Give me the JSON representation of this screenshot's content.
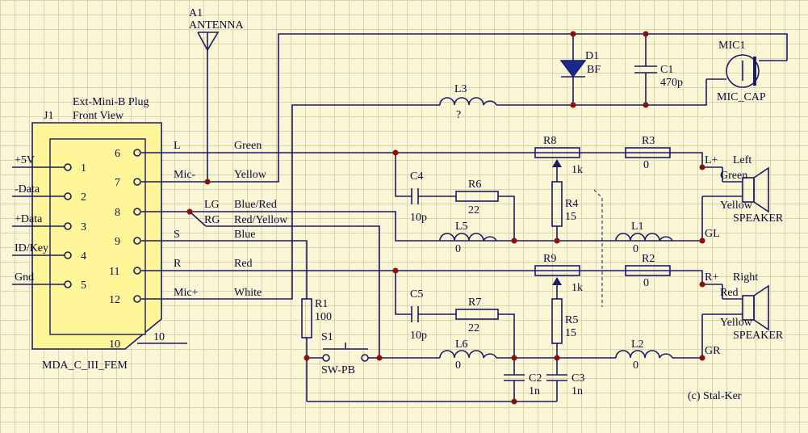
{
  "connector": {
    "designator": "J1",
    "title_line1": "Ext-Mini-B Plug",
    "title_line2": "Front View",
    "part_name": "MDA_C_III_FEM",
    "left_pins": [
      "1",
      "2",
      "3",
      "4",
      "5"
    ],
    "left_signals": [
      "+5V",
      "-Data",
      "+Data",
      "ID/Key",
      "Gnd"
    ],
    "right_pins": [
      "6",
      "7",
      "8",
      "9",
      "11",
      "12"
    ],
    "pin10": "10",
    "pin10_ext": "10",
    "fill_color": "#fff699"
  },
  "net_labels": {
    "L": "L",
    "Mic-": "Mic-",
    "LG": "LG",
    "RG": "RG",
    "S": "S",
    "R": "R",
    "Mic+": "Mic+",
    "Lplus": "L+",
    "GL": "GL",
    "Rplus": "R+",
    "GR": "GR"
  },
  "wire_colors": [
    "Green",
    "Yellow",
    "Blue/Red",
    "Red/Yellow",
    "Blue",
    "Red",
    "White"
  ],
  "antenna": {
    "designator": "A1",
    "name": "ANTENNA"
  },
  "components": {
    "D1": {
      "designator": "D1",
      "value": "BF"
    },
    "C1": {
      "designator": "C1",
      "value": "470p"
    },
    "MIC1": {
      "designator": "MIC1",
      "value": "MIC_CAP"
    },
    "L3": {
      "designator": "L3",
      "value": "?"
    },
    "R8": {
      "designator": "R8",
      "value": "1k"
    },
    "R3": {
      "designator": "R3",
      "value": "0"
    },
    "C4": {
      "designator": "C4",
      "value": "10p"
    },
    "R6": {
      "designator": "R6",
      "value": "22"
    },
    "R4": {
      "designator": "R4",
      "value": "15"
    },
    "L5": {
      "designator": "L5",
      "value": "0"
    },
    "L1": {
      "designator": "L1",
      "value": "0"
    },
    "R9": {
      "designator": "R9",
      "value": "1k"
    },
    "R2": {
      "designator": "R2",
      "value": "0"
    },
    "C5": {
      "designator": "C5",
      "value": "10p"
    },
    "R7": {
      "designator": "R7",
      "value": "22"
    },
    "R5": {
      "designator": "R5",
      "value": "15"
    },
    "R1": {
      "designator": "R1",
      "value": "100"
    },
    "S1": {
      "designator": "S1",
      "value": "SW-PB"
    },
    "L6": {
      "designator": "L6",
      "value": "0"
    },
    "L2": {
      "designator": "L2",
      "value": "0"
    },
    "C2": {
      "designator": "C2",
      "value": "1n"
    },
    "C3": {
      "designator": "C3",
      "value": "1n"
    }
  },
  "speakers": {
    "left": {
      "title": "Left",
      "wire1": "Green",
      "wire2": "Yellow",
      "name": "SPEAKER"
    },
    "right": {
      "title": "Right",
      "wire1": "Red",
      "wire2": "Yellow",
      "name": "SPEAKER"
    }
  },
  "copyright": "(c) Stal-Ker",
  "colors": {
    "wire": "#1a1a66",
    "junction": "#8b0f0f",
    "diode_fill": "#1a2a8a",
    "connector_fill": "#fff699",
    "grid": "#d7d4b0"
  }
}
